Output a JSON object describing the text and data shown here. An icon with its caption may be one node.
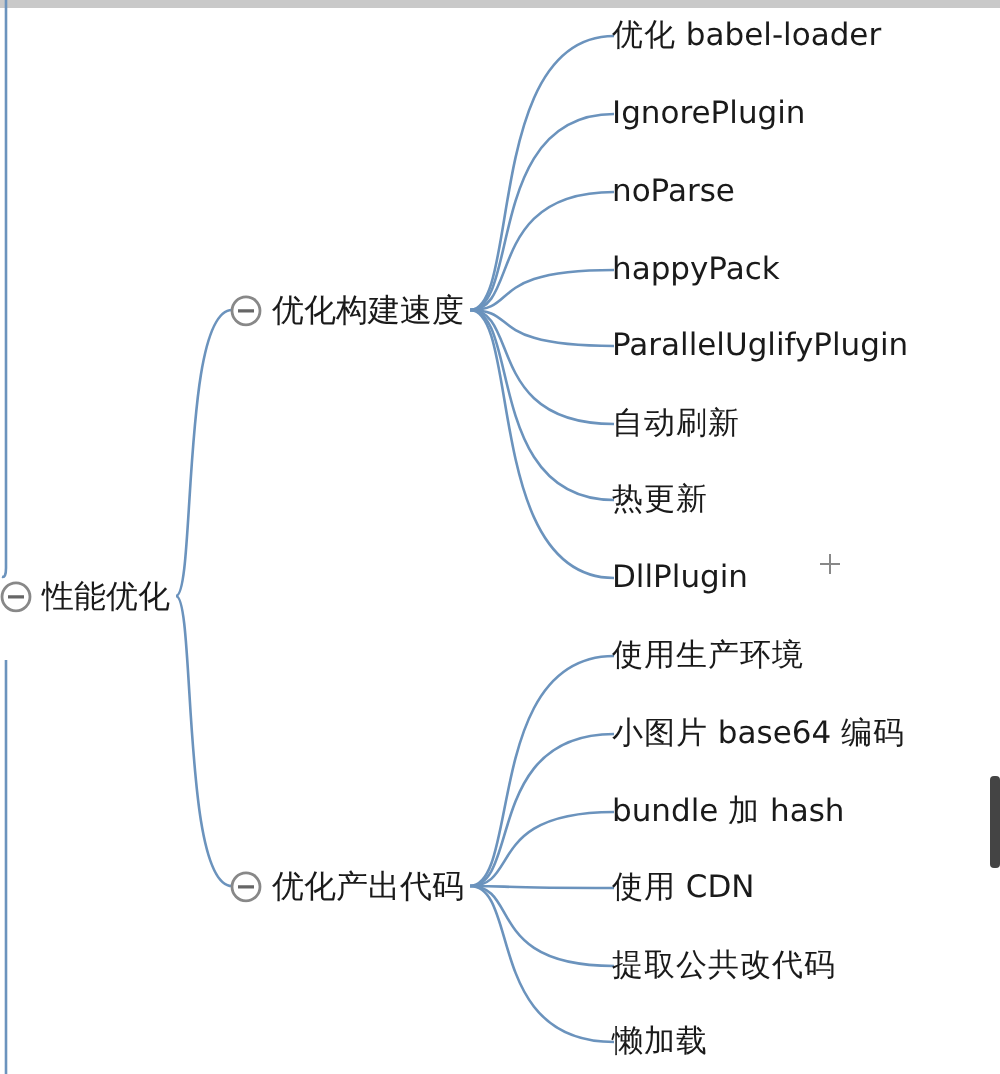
{
  "diagram": {
    "nodes": [
      {
        "text": [
          "性能优化"
        ]
      },
      {
        "text": [
          "优化构建速度"
        ]
      },
      {
        "text": [
          "优化 babel-loader"
        ]
      },
      {
        "text": [
          "IgnorePlugin"
        ]
      },
      {
        "text": [
          "noParse"
        ]
      },
      {
        "text": [
          "happyPack"
        ]
      },
      {
        "text": [
          "ParallelUglifyPlugin"
        ]
      },
      {
        "text": [
          "自动刷新"
        ]
      },
      {
        "text": [
          "热更新"
        ]
      },
      {
        "text": [
          "DllPlugin"
        ]
      },
      {
        "text": [
          "优化产出代码"
        ]
      },
      {
        "text": [
          "使用生产环境"
        ]
      },
      {
        "text": [
          "小图片 base64 编码"
        ]
      },
      {
        "text": [
          "bundle 加 hash"
        ]
      },
      {
        "text": [
          "使用 CDN"
        ]
      },
      {
        "text": [
          "提取公共改代码"
        ]
      },
      {
        "text": [
          "懒加载"
        ]
      }
    ],
    "edges": [
      {
        "from": null,
        "to": 0,
        "arrow": "none"
      },
      {
        "from": 0,
        "to": 1,
        "arrow": "none"
      },
      {
        "from": 0,
        "to": 10,
        "arrow": "none"
      },
      {
        "from": 1,
        "to": 2,
        "arrow": "none"
      },
      {
        "from": 1,
        "to": 3,
        "arrow": "none"
      },
      {
        "from": 1,
        "to": 4,
        "arrow": "none"
      },
      {
        "from": 1,
        "to": 5,
        "arrow": "none"
      },
      {
        "from": 1,
        "to": 6,
        "arrow": "none"
      },
      {
        "from": 1,
        "to": 7,
        "arrow": "none"
      },
      {
        "from": 1,
        "to": 8,
        "arrow": "none"
      },
      {
        "from": 1,
        "to": 9,
        "arrow": "none"
      },
      {
        "from": 10,
        "to": 11,
        "arrow": "none"
      },
      {
        "from": 10,
        "to": 12,
        "arrow": "none"
      },
      {
        "from": 10,
        "to": 13,
        "arrow": "none"
      },
      {
        "from": 10,
        "to": 14,
        "arrow": "none"
      },
      {
        "from": 10,
        "to": 15,
        "arrow": "none"
      },
      {
        "from": 10,
        "to": 16,
        "arrow": "none"
      }
    ]
  }
}
